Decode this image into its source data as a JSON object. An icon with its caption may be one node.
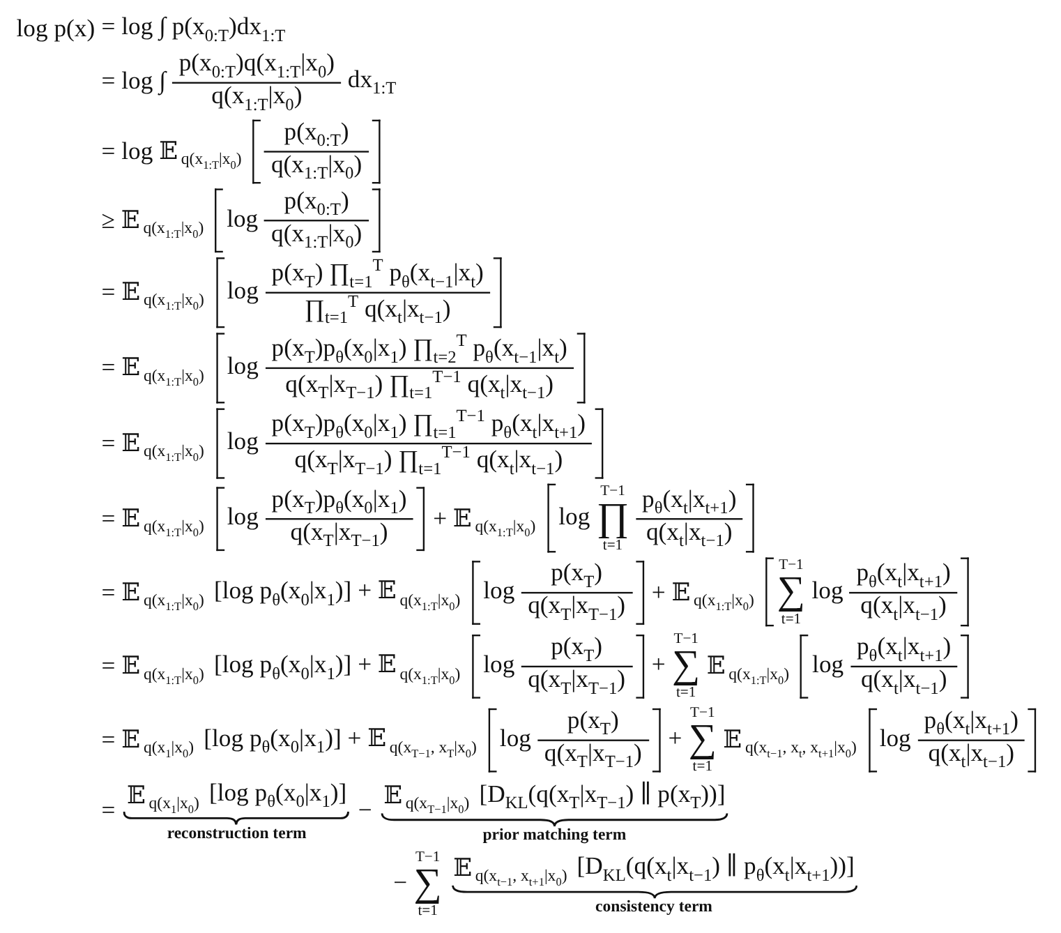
{
  "diagram": {
    "labels": [
      "log p(x)",
      "= log ∫ p(x$_{0:T}$)dx$_{1:T}$",
      "= log ∫",
      "p(x$_{0:T}$)q(x$_{1:T}$|x$_{0}$)",
      "q(x$_{1:T}$|x$_{0}$)",
      "dx$_{1:T}$",
      "= log 𝔼",
      "q(x$_{1:T}$|x$_{0}$)",
      "p(x$_{0:T}$)",
      "q(x$_{1:T}$|x$_{0}$)",
      "≥ 𝔼",
      "q(x$_{1:T}$|x$_{0}$)",
      "log",
      "p(x$_{0:T}$)",
      "q(x$_{1:T}$|x$_{0}$)",
      "= 𝔼",
      "q(x$_{1:T}$|x$_{0}$)",
      "log",
      "p(x$_{T}$) ∏$_{t=1}$$^{T}$ p$_{θ}$(x$_{t−1}$|x$_{t}$)",
      "∏$_{t=1}$$^{T}$ q(x$_{t}$|x$_{t−1}$)",
      "= 𝔼",
      "q(x$_{1:T}$|x$_{0}$)",
      "log",
      "p(x$_{T}$)p$_{θ}$(x$_{0}$|x$_{1}$) ∏$_{t=2}$$^{T}$ p$_{θ}$(x$_{t−1}$|x$_{t}$)",
      "q(x$_{T}$|x$_{T−1}$) ∏$_{t=1}$$^{T−1}$ q(x$_{t}$|x$_{t−1}$)",
      "= 𝔼",
      "q(x$_{1:T}$|x$_{0}$)",
      "log",
      "p(x$_{T}$)p$_{θ}$(x$_{0}$|x$_{1}$) ∏$_{t=1}$$^{T−1}$ p$_{θ}$(x$_{t}$|x$_{t+1}$)",
      "q(x$_{T}$|x$_{T−1}$) ∏$_{t=1}$$^{T−1}$ q(x$_{t}$|x$_{t−1}$)",
      "= 𝔼",
      "q(x$_{1:T}$|x$_{0}$)",
      "log",
      "p(x$_{T}$)p$_{θ}$(x$_{0}$|x$_{1}$)",
      "q(x$_{T}$|x$_{T−1}$)",
      "+ 𝔼",
      "q(x$_{1:T}$|x$_{0}$)",
      "log",
      "T−1",
      "∏",
      "t=1",
      "p$_{θ}$(x$_{t}$|x$_{t+1}$)",
      "q(x$_{t}$|x$_{t−1}$)",
      "= 𝔼",
      "q(x$_{1:T}$|x$_{0}$)",
      "[log p$_{θ}$(x$_{0}$|x$_{1}$)] + 𝔼",
      "q(x$_{1:T}$|x$_{0}$)",
      "log",
      "p(x$_{T}$)",
      "q(x$_{T}$|x$_{T−1}$)",
      "+ 𝔼",
      "q(x$_{1:T}$|x$_{0}$)",
      "T−1",
      "∑",
      "t=1",
      "log",
      "p$_{θ}$(x$_{t}$|x$_{t+1}$)",
      "q(x$_{t}$|x$_{t−1}$)",
      "= 𝔼",
      "q(x$_{1:T}$|x$_{0}$)",
      "[log p$_{θ}$(x$_{0}$|x$_{1}$)] + 𝔼",
      "q(x$_{1:T}$|x$_{0}$)",
      "log",
      "p(x$_{T}$)",
      "q(x$_{T}$|x$_{T−1}$)",
      "+",
      "T−1",
      "∑",
      "t=1",
      "𝔼",
      "q(x$_{1:T}$|x$_{0}$)",
      "log",
      "p$_{θ}$(x$_{t}$|x$_{t+1}$)",
      "q(x$_{t}$|x$_{t−1}$)",
      "= 𝔼",
      "q(x$_{1}$|x$_{0}$)",
      "[log p$_{θ}$(x$_{0}$|x$_{1}$)] + 𝔼",
      "q(x$_{T−1}$, x$_{T}$|x$_{0}$)",
      "log",
      "p(x$_{T}$)",
      "q(x$_{T}$|x$_{T−1}$)",
      "+",
      "T−1",
      "∑",
      "t=1",
      "𝔼",
      "q(x$_{t−1}$, x$_{t}$, x$_{t+1}$|x$_{0}$)",
      "log",
      "p$_{θ}$(x$_{t}$|x$_{t+1}$)",
      "q(x$_{t}$|x$_{t−1}$)",
      "=",
      "𝔼",
      "q(x$_{1}$|x$_{0}$)",
      "[log p$_{θ}$(x$_{0}$|x$_{1}$)]",
      "reconstruction term",
      "−",
      "𝔼",
      "q(x$_{T−1}$|x$_{0}$)",
      "[D$_{KL}$(q(x$_{T}$|x$_{T−1}$) ∥ p(x$_{T}$))]",
      "prior matching term",
      "−",
      "T−1",
      "∑",
      "t=1",
      "𝔼",
      "q(x$_{t−1}$, x$_{t+1}$|x$_{0}$)",
      "[D$_{KL}$(q(x$_{t}$|x$_{t−1}$) ∥ p$_{θ}$(x$_{t}$|x$_{t+1}$))]",
      "consistency term"
    ]
  }
}
